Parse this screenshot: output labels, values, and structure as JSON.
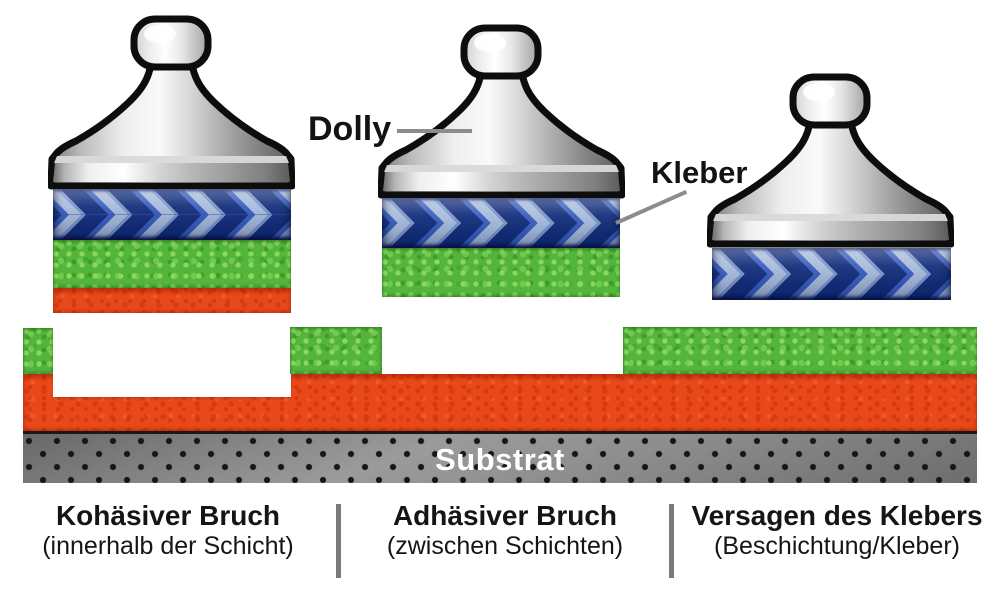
{
  "annotations": {
    "dolly": "Dolly",
    "kleber": "Kleber",
    "substrat": "Substrat"
  },
  "failure_modes": [
    {
      "title": "Kohäsiver Bruch",
      "subtitle": "(innerhalb der Schicht)"
    },
    {
      "title": "Adhäsiver Bruch",
      "subtitle": "(zwischen Schichten)"
    },
    {
      "title": "Versagen des Klebers",
      "subtitle": "(Beschichtung/Kleber)"
    }
  ],
  "colors": {
    "adhesive_blue": "#2e55b5",
    "adhesive_blue_dark": "#142f7c",
    "adhesive_blue_light": "#a9bcdc",
    "coating_green": "#54b53d",
    "coating_orange": "#e8481a",
    "substrate_gray": "#8a8a8a",
    "outline_black": "#0d0d0d",
    "leader_gray": "#8c8c8c"
  }
}
